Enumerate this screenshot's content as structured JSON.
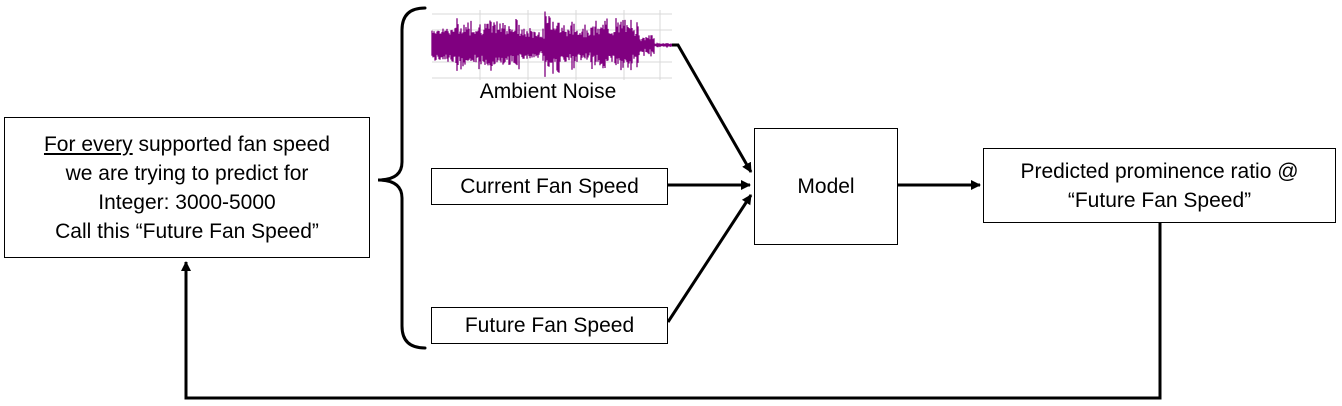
{
  "left_box": {
    "line1_underlined": "For every",
    "line1_rest": " supported fan speed",
    "line2": "we are trying to predict for",
    "line3": "Integer: 3000-5000",
    "line4": "Call this “Future Fan Speed”"
  },
  "inputs": {
    "ambient_noise": "Ambient Noise",
    "current_fan_speed": "Current Fan Speed",
    "future_fan_speed": "Future Fan Speed"
  },
  "model": {
    "label": "Model"
  },
  "output": {
    "line1": "Predicted prominence ratio @",
    "line2": "“Future Fan Speed”"
  },
  "colors": {
    "waveform": "#800080",
    "waveform_grid": "#d8d8d8",
    "lines": "#000000"
  }
}
